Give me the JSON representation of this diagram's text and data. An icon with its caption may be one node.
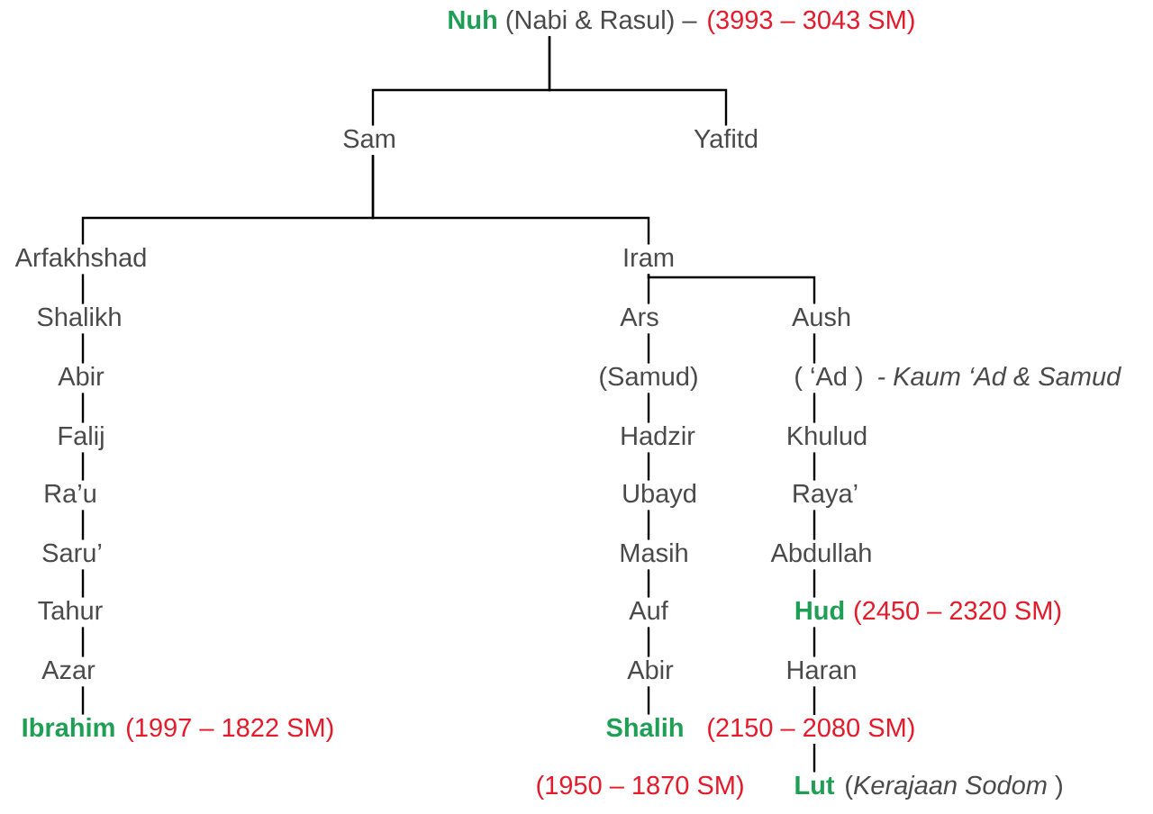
{
  "diagram": {
    "nodes": [
      {
        "text": [
          "Nuh",
          "(Nabi & Rasul) –"
        ],
        "beside": [
          "(3993 – 3043 SM)"
        ]
      },
      {
        "text": [
          "Sam"
        ]
      },
      {
        "text": [
          "Yafitd"
        ]
      },
      {
        "text": [
          "Arfakhshad"
        ]
      },
      {
        "text": [
          "Iram"
        ]
      },
      {
        "text": [
          "Shalikh"
        ]
      },
      {
        "text": [
          "Ars"
        ]
      },
      {
        "text": [
          "Aush"
        ]
      },
      {
        "text": [
          "Abir"
        ]
      },
      {
        "text": [
          "(Samud)"
        ]
      },
      {
        "text": [
          "( ‘Ad )"
        ],
        "beside": [
          "- Kaum ‘Ad & Samud"
        ]
      },
      {
        "text": [
          "Falij"
        ]
      },
      {
        "text": [
          "Hadzir"
        ]
      },
      {
        "text": [
          "Khulud"
        ]
      },
      {
        "text": [
          "Ra’u"
        ]
      },
      {
        "text": [
          "Ubayd"
        ]
      },
      {
        "text": [
          "Raya’"
        ]
      },
      {
        "text": [
          "Saru’"
        ]
      },
      {
        "text": [
          "Masih"
        ]
      },
      {
        "text": [
          "Abdullah"
        ]
      },
      {
        "text": [
          "Tahur"
        ]
      },
      {
        "text": [
          "Auf"
        ]
      },
      {
        "text": [
          "Hud"
        ],
        "beside": [
          "(2450 – 2320 SM)"
        ]
      },
      {
        "text": [
          "Azar"
        ]
      },
      {
        "text": [
          "Abir"
        ]
      },
      {
        "text": [
          "Haran"
        ]
      },
      {
        "text": [
          "Ibrahim"
        ],
        "beside": [
          "(1997 – 1822 SM)"
        ]
      },
      {
        "text": [
          "Shalih"
        ],
        "beside": [
          "(2150 – 2080 SM)"
        ]
      },
      {
        "text": [
          "Lut"
        ],
        "beside": [
          "(1950 – 1870 SM)",
          "(*Kerajaan Sodom* )"
        ]
      }
    ],
    "edges": [
      {
        "from": 0,
        "to": 1,
        "arrow": "none"
      },
      {
        "from": 0,
        "to": 2,
        "arrow": "none"
      },
      {
        "from": 1,
        "to": 3,
        "arrow": "none"
      },
      {
        "from": 1,
        "to": 4,
        "arrow": "none"
      },
      {
        "from": 3,
        "to": 5,
        "arrow": "none"
      },
      {
        "from": 5,
        "to": 8,
        "arrow": "none"
      },
      {
        "from": 8,
        "to": 11,
        "arrow": "none"
      },
      {
        "from": 11,
        "to": 14,
        "arrow": "none"
      },
      {
        "from": 14,
        "to": 17,
        "arrow": "none"
      },
      {
        "from": 17,
        "to": 20,
        "arrow": "none"
      },
      {
        "from": 20,
        "to": 23,
        "arrow": "none"
      },
      {
        "from": 23,
        "to": 26,
        "arrow": "none"
      },
      {
        "from": 4,
        "to": 6,
        "arrow": "none"
      },
      {
        "from": 4,
        "to": 7,
        "arrow": "none"
      },
      {
        "from": 6,
        "to": 9,
        "arrow": "none"
      },
      {
        "from": 9,
        "to": 12,
        "arrow": "none"
      },
      {
        "from": 12,
        "to": 15,
        "arrow": "none"
      },
      {
        "from": 15,
        "to": 18,
        "arrow": "none"
      },
      {
        "from": 18,
        "to": 21,
        "arrow": "none"
      },
      {
        "from": 21,
        "to": 24,
        "arrow": "none"
      },
      {
        "from": 24,
        "to": 27,
        "arrow": "none"
      },
      {
        "from": 7,
        "to": 10,
        "arrow": "none"
      },
      {
        "from": 10,
        "to": 13,
        "arrow": "none"
      },
      {
        "from": 13,
        "to": 16,
        "arrow": "none"
      },
      {
        "from": 16,
        "to": 19,
        "arrow": "none"
      },
      {
        "from": 19,
        "to": 22,
        "arrow": "none"
      },
      {
        "from": 22,
        "to": 25,
        "arrow": "none"
      },
      {
        "from": 25,
        "to": 28,
        "arrow": "none"
      }
    ]
  }
}
